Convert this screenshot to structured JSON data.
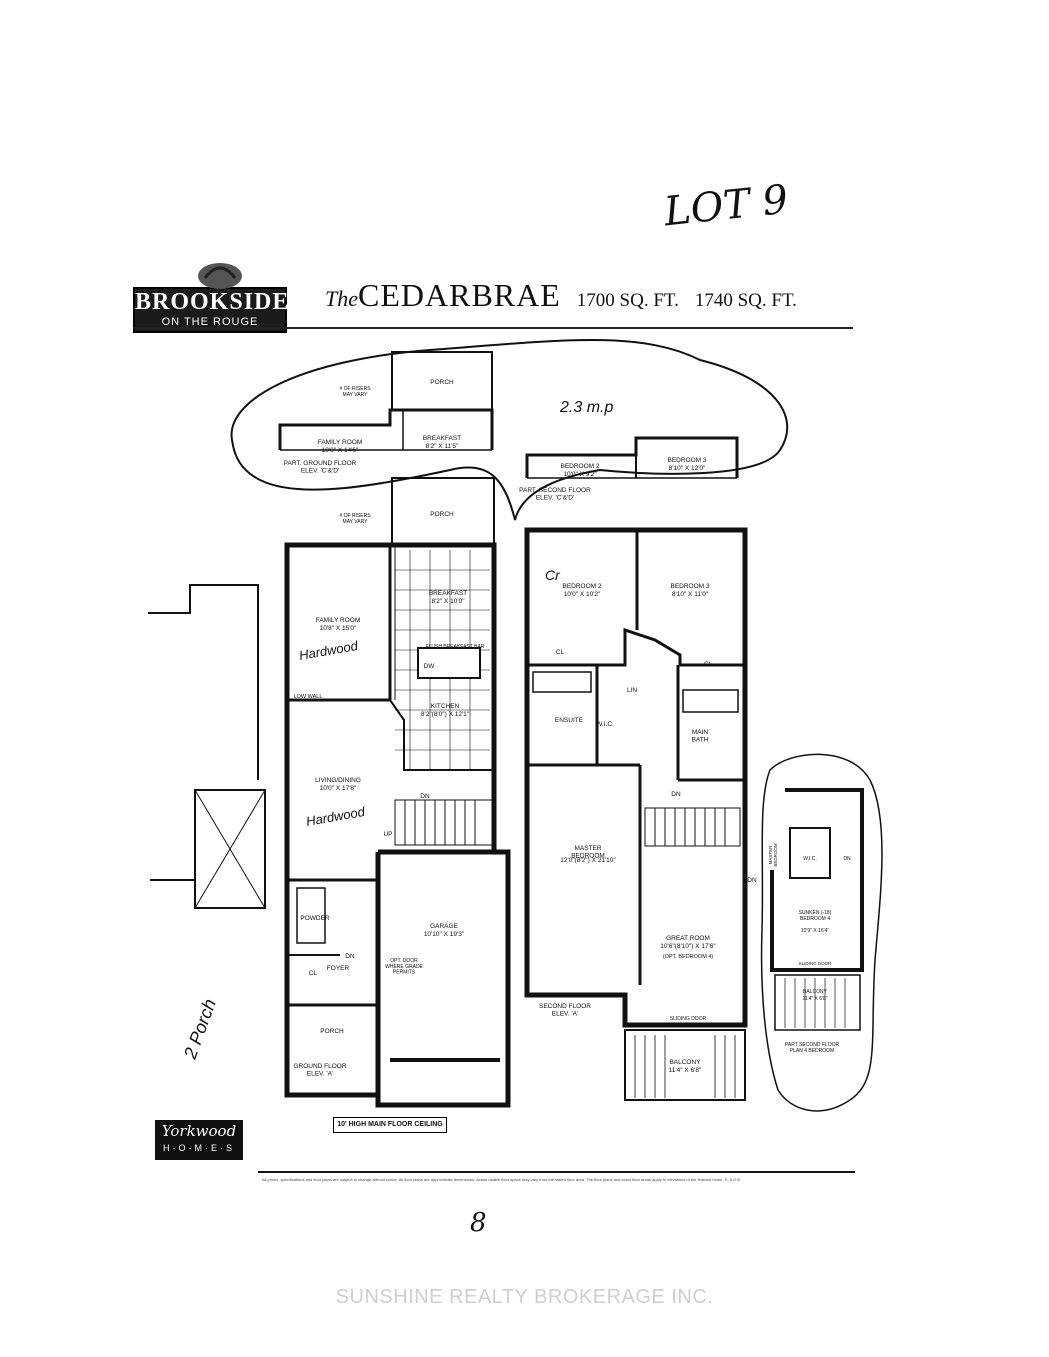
{
  "brand": {
    "name": "BROOKSIDE",
    "tagline": "ON THE ROUGE"
  },
  "header": {
    "title_prefix": "The",
    "title": "CEDARBRAE",
    "sqft_a": "1700 SQ. FT.",
    "sqft_b": "1740 SQ. FT."
  },
  "handwritten": {
    "lot": "LOT 9",
    "note_top": "2.3 m.p",
    "porch_note": "2 Porch",
    "hardwood_family": "Hardwood",
    "hardwood_living": "Hardwood",
    "bedroom_mark": "Cr",
    "page_number": "8"
  },
  "ground_floor": {
    "elevation": "GROUND FLOOR\nELEV. 'A'",
    "rooms": {
      "porch_top": "PORCH",
      "risers": "# OF RISERS\nMAY VARY",
      "family": "FAMILY ROOM",
      "family_dim": "10'8\" X 15'0\"",
      "breakfast": "BREAKFAST",
      "breakfast_dim": "8'2\" X 10'0\"",
      "breakfast_bar": "FLUSH BREAKFAST BAR",
      "dw": "DW",
      "low_wall": "LOW WALL",
      "kitchen": "KITCHEN",
      "kitchen_dim": "8'2\"(8'0\") X 12'1\"",
      "living": "LIVING/DINING",
      "living_dim": "10'0\" X 17'8\"",
      "dn": "DN",
      "up": "UP",
      "powder": "POWDER",
      "foyer": "FOYER",
      "cl": "CL",
      "garage": "GARAGE",
      "garage_dim": "10'10\" X 19'3\"",
      "garage_door": "OPT. DOOR\nWHERE GRADE\nPERMITS",
      "porch_bottom": "PORCH"
    }
  },
  "part_ground": {
    "elevation": "PART. GROUND FLOOR\nELEV. 'C'&'D'",
    "porch": "PORCH",
    "risers": "# OF RISERS\nMAY VARY",
    "family": "FAMILY ROOM",
    "family_dim": "10'0\" X 14'6\"",
    "breakfast": "BREAKFAST",
    "breakfast_dim": "8'2\" X 11'5\""
  },
  "part_second": {
    "elevation": "PART. SECOND FLOOR\nELEV. 'C'&'D'",
    "bed2": "BEDROOM 2",
    "bed2_dim": "10'0\" X 9'2\"",
    "bed3": "BEDROOM 3",
    "bed3_dim": "8'10\" X 12'0\""
  },
  "second_floor": {
    "elevation": "SECOND FLOOR\nELEV. 'A'",
    "bed2": "BEDROOM 2",
    "bed2_dim": "10'0\" X 10'2\"",
    "bed3": "BEDROOM 3",
    "bed3_dim": "8'10\" X 11'0\"",
    "cl_left": "CL",
    "cl_right": "CL",
    "lin": "LIN",
    "ensuite": "ENSUITE",
    "wic": "W.I.C.",
    "main_bath": "MAIN\nBATH",
    "dn": "DN",
    "master": "MASTER\nBEDROOM",
    "master_dim": "12'0\"(8'2\") X 21'10\"",
    "great": "GREAT ROOM",
    "great_dim": "10'6\"(8'10\") X 17'6\"",
    "great_opt": "(OPT. BEDROOM 4)",
    "sliding_door": "SLIDING DOOR",
    "balcony": "BALCONY",
    "balcony_dim": "11'4\" X 6'8\"",
    "dn2": "DN"
  },
  "part_second_right": {
    "master": "MASTER\nBEDROOM",
    "wic": "W.I.C.",
    "sunken": "SUNKEN (-18)\nBEDROOM 4",
    "sunken_dim": "10'9\" X 16'4\"",
    "sliding": "SLIDING DOOR",
    "balcony": "BALCONY",
    "balcony_dim": "11'4\" X 6'8\"",
    "elevation": "PART SECOND FLOOR\nPLAN 4 BEDROOM",
    "dn": "DN"
  },
  "footer": {
    "builder": "Yorkwood",
    "builder_sub": "H·O·M·E·S",
    "ceiling": "10' HIGH MAIN FLOOR CEILING",
    "fine_print": "All prices, specifications and floor plans are subject to change without notice. All floor plans are approximate dimensions. Actual usable floor space may vary from the stated floor area. The floor plans and exact floor areas apply to elevations of the finished home. E. & O.E."
  },
  "watermark": "SUNSHINE REALTY BROKERAGE INC."
}
